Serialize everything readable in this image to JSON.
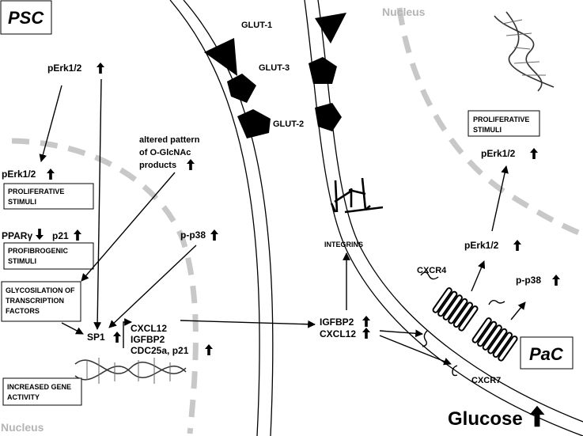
{
  "cells": {
    "left_label": "PSC",
    "right_label": "PaC"
  },
  "nucleus": {
    "left_label": "Nucleus",
    "right_label": "Nucleus"
  },
  "transporters": {
    "glut1": "GLUT-1",
    "glut3": "GLUT-3",
    "glut2": "GLUT-2"
  },
  "psc": {
    "perk_top": "pErk1/2",
    "perk_nuc": "pErk1/2",
    "prolif_box": [
      "PROLIFERATIVE",
      "STIMULI"
    ],
    "ppar": "PPARγ",
    "p21": "p21",
    "profib_box": [
      "PROFIBROGENIC",
      "STIMULI"
    ],
    "glyco_box": [
      "GLYCOSILATION OF",
      "TRANSCRIPTION",
      "FACTORS"
    ],
    "sp1": "SP1",
    "targets": [
      "CXCL12",
      "IGFBP2",
      "CDC25a, p21"
    ],
    "gene_box": [
      "INCREASED GENE",
      "ACTIVITY"
    ],
    "glcnac": [
      "altered pattern",
      "of O-GlcNAc",
      "products"
    ],
    "pp38": "p-p38"
  },
  "pac": {
    "integrins": "INTEGRINS",
    "igfbp2": "IGFBP2",
    "cxcl12": "CXCL12",
    "cxcr4": "CXCR4",
    "cxcr7": "CXCR7",
    "pp38": "p-p38",
    "perk_mid": "pErk1/2",
    "perk_top": "pErk1/2",
    "prolif_box": [
      "PROLIFERATIVE",
      "STIMULI"
    ],
    "glucose": "Glucose"
  },
  "icons": [
    "up-arrow-icon",
    "down-arrow-icon",
    "dna-helix-icon",
    "glut-transporter-icon",
    "receptor-icon"
  ]
}
